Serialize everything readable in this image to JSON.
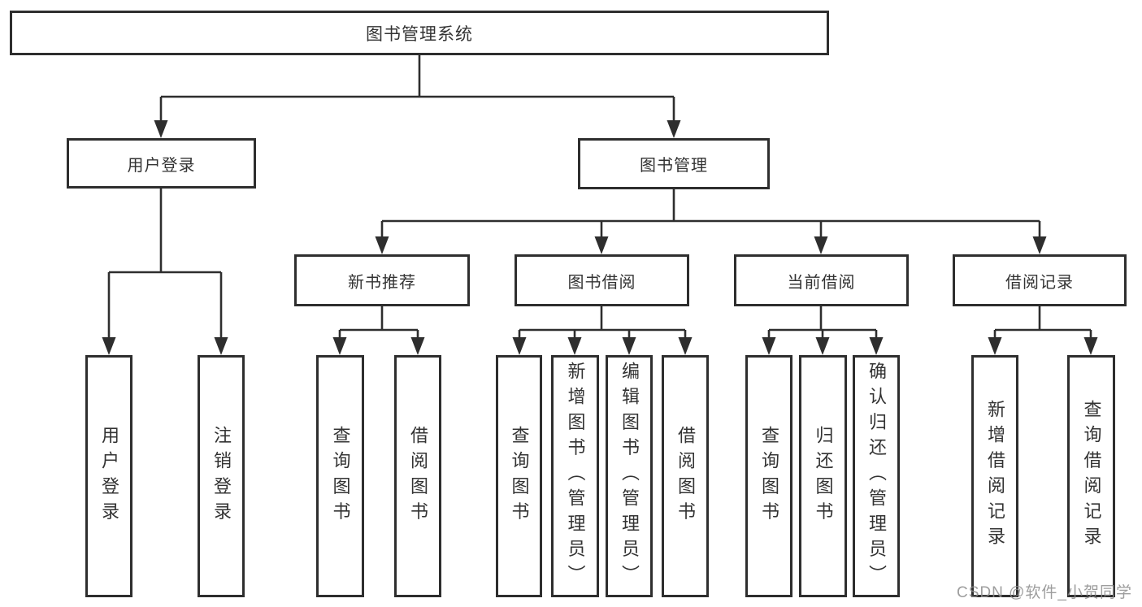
{
  "colors": {
    "line": "#2e2e2e",
    "box_border": "#2e2e2e",
    "text": "#333333",
    "background": "#ffffff",
    "watermark": "#8c8c8c"
  },
  "watermark": "CSDN @软件_小贺同学",
  "tree": {
    "root": {
      "label": "图书管理系统"
    },
    "children": [
      {
        "label": "用户登录",
        "children": [
          {
            "label": "用户登录"
          },
          {
            "label": "注销登录"
          }
        ]
      },
      {
        "label": "图书管理",
        "children": [
          {
            "label": "新书推荐",
            "children": [
              {
                "label": "查询图书"
              },
              {
                "label": "借阅图书"
              }
            ]
          },
          {
            "label": "图书借阅",
            "children": [
              {
                "label": "查询图书"
              },
              {
                "label": "新增图书（管理员）"
              },
              {
                "label": "编辑图书（管理员）"
              },
              {
                "label": "借阅图书"
              }
            ]
          },
          {
            "label": "当前借阅",
            "children": [
              {
                "label": "查询图书"
              },
              {
                "label": "归还图书"
              },
              {
                "label": "确认归还（管理员）"
              }
            ]
          },
          {
            "label": "借阅记录",
            "children": [
              {
                "label": "新增借阅记录"
              },
              {
                "label": "查询借阅记录"
              }
            ]
          }
        ]
      }
    ]
  }
}
